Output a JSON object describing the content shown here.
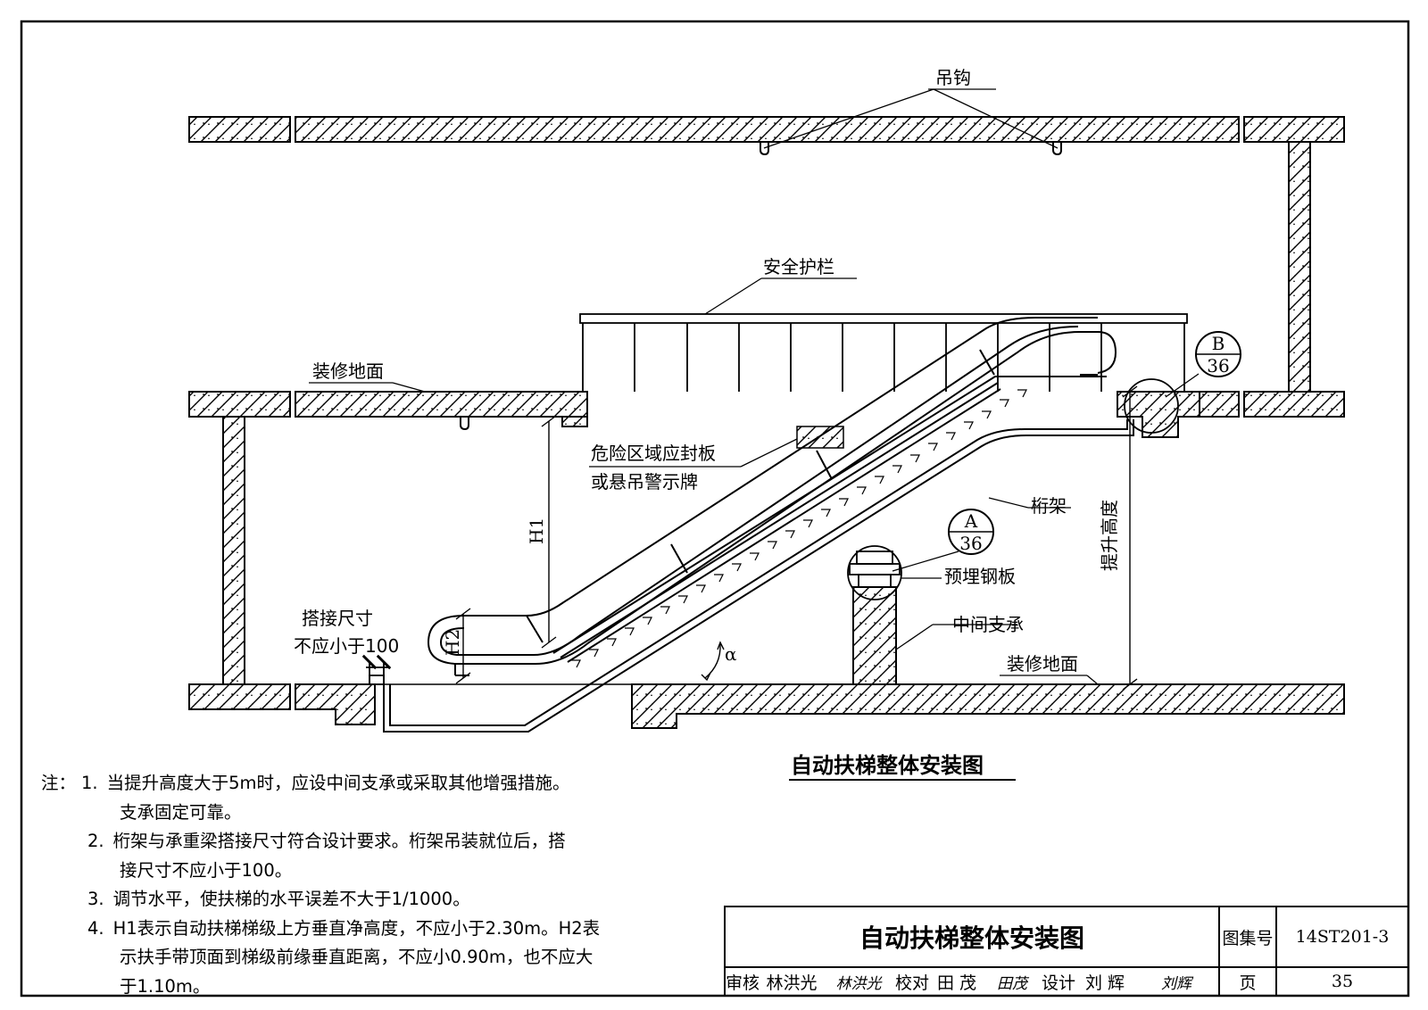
{
  "labels": {
    "hook": "吊钩",
    "guardrail": "安全护栏",
    "floor_upper": "装修地面",
    "floor_lower": "装修地面",
    "danger_line1": "危险区域应封板",
    "danger_line2": "或悬吊警示牌",
    "truss": "桁架",
    "embedded_plate": "预埋钢板",
    "middle_support": "中间支承",
    "lift_height": "提升高度",
    "overlap_line1": "搭接尺寸",
    "overlap_line2": "不应小于100",
    "h1": "H1",
    "h2": "H2",
    "alpha": "α"
  },
  "callouts": {
    "a": {
      "letter": "A",
      "page": "36"
    },
    "b": {
      "letter": "B",
      "page": "36"
    }
  },
  "figure_title": "自动扶梯整体安装图",
  "notes": {
    "prefix": "注：",
    "items": [
      {
        "num": "1.",
        "lines": [
          "当提升高度大于5m时，应设中间支承或采取其他增强措施。",
          "支承固定可靠。"
        ]
      },
      {
        "num": "2.",
        "lines": [
          "桁架与承重梁搭接尺寸符合设计要求。桁架吊装就位后，搭",
          "接尺寸不应小于100。"
        ]
      },
      {
        "num": "3.",
        "lines": [
          "调节水平，使扶梯的水平误差不大于1/1000。"
        ]
      },
      {
        "num": "4.",
        "lines": [
          "H1表示自动扶梯梯级上方垂直净高度，不应小于2.30m。H2表",
          "示扶手带顶面到梯级前缘垂直距离，不应小0.90m，也不应大",
          "于1.10m。"
        ]
      }
    ]
  },
  "title_block": {
    "title": "自动扶梯整体安装图",
    "atlas_label": "图集号",
    "atlas_no": "14ST201-3",
    "review_label": "审核",
    "reviewer": "林洪光",
    "reviewer_sig": "林洪光",
    "check_label": "校对",
    "checker": "田 茂",
    "checker_sig": "田茂",
    "design_label": "设计",
    "designer": "刘 辉",
    "designer_sig": "刘辉",
    "page_label": "页",
    "page_no": "35"
  }
}
